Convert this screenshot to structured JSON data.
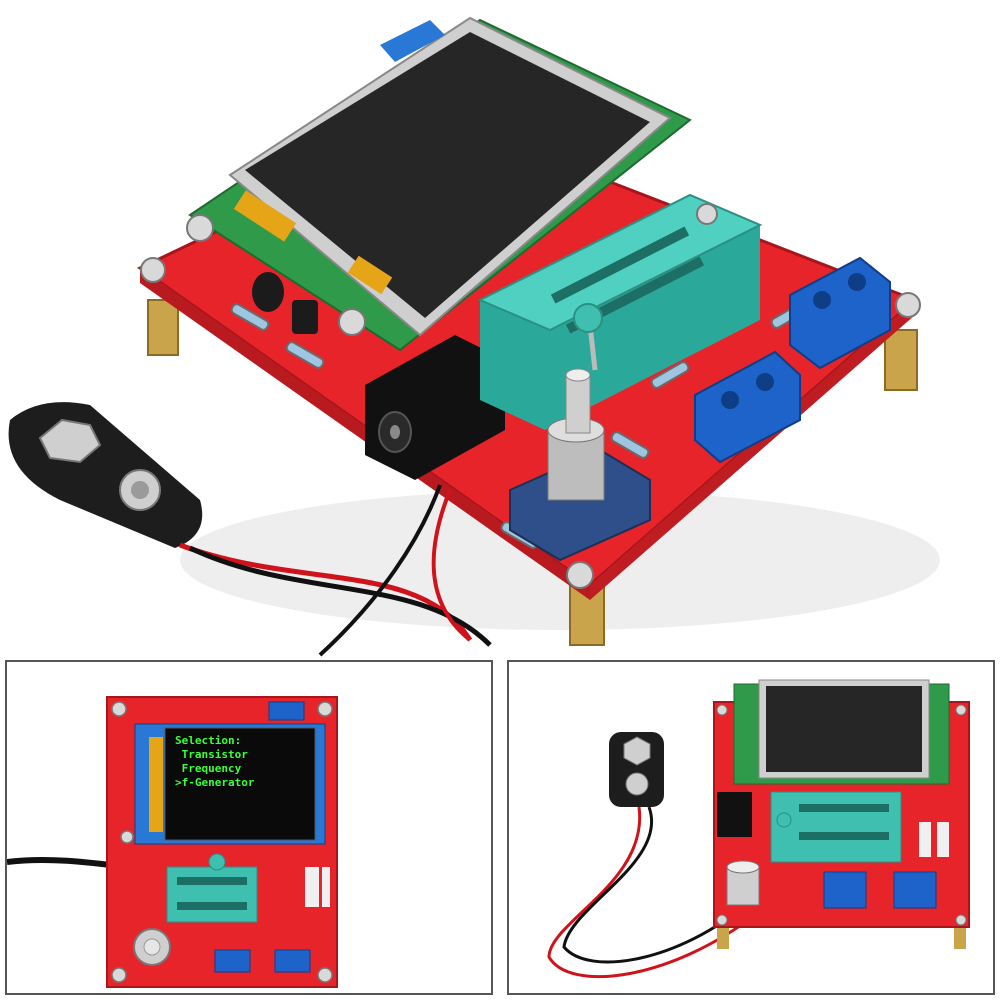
{
  "scene": {
    "subject": "transistor tester kit",
    "colors": {
      "pcb": "#e8242b",
      "zif_socket": "#3fbfb0",
      "terminal_block": "#1e63c9",
      "lcd": "#222222",
      "lcd_text": "#3cff3c",
      "standoff": "#c9a44a"
    }
  },
  "lcd_menu": {
    "line1": "Selection:",
    "line2": " Transistor",
    "line3": " Frequency",
    "line4": ">f-Generator"
  }
}
